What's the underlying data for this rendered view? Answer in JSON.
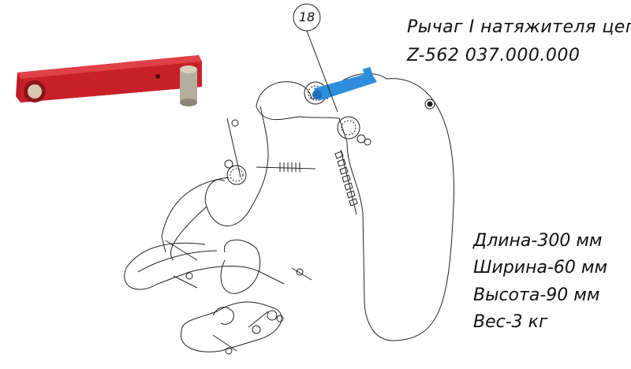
{
  "title": {
    "line1": "Рычаг I натяжителя цепи",
    "line2": "Z-562 037.000.000"
  },
  "callout": "18",
  "specs": [
    "Длина-300 мм",
    "Ширина-60 мм",
    "Высота-90 мм",
    "Вес-3 кг"
  ],
  "colors": {
    "part_red": "#c8202a",
    "highlight_blue": "#2e8ede",
    "line": "#222222"
  }
}
